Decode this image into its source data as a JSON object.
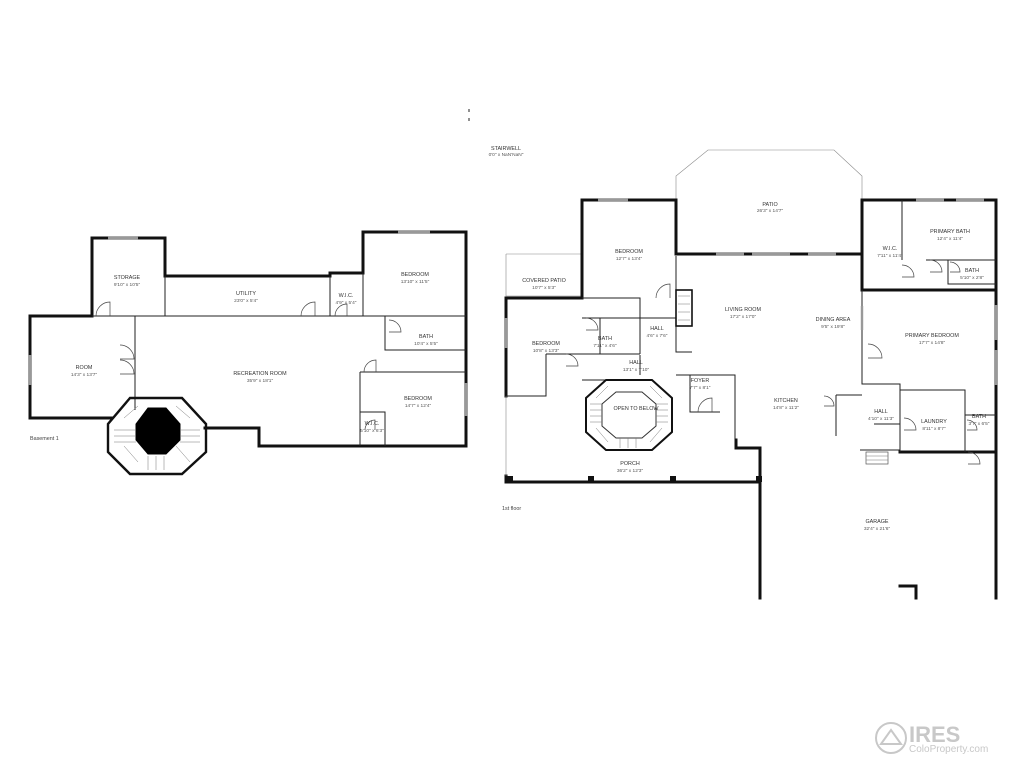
{
  "floors": {
    "basement": {
      "label": "Basement 1",
      "rooms": [
        {
          "id": "storage",
          "name": "STORAGE",
          "dims": "9'10\" x 10'5\""
        },
        {
          "id": "utility",
          "name": "UTILITY",
          "dims": "23'0\" x 5'4\""
        },
        {
          "id": "wic",
          "name": "W.I.C.",
          "dims": "4'9\" x 5'4\""
        },
        {
          "id": "bedroom1",
          "name": "BEDROOM",
          "dims": "13'10\" x 11'5\""
        },
        {
          "id": "bath",
          "name": "BATH",
          "dims": "10'4\" x 5'5\""
        },
        {
          "id": "room",
          "name": "ROOM",
          "dims": "14'3\" x 13'7\""
        },
        {
          "id": "recreation",
          "name": "RECREATION ROOM",
          "dims": "35'9\" x 18'1\""
        },
        {
          "id": "bedroom2",
          "name": "BEDROOM",
          "dims": "14'7\" x 12'4\""
        },
        {
          "id": "wic2",
          "name": "W.I.C.",
          "dims": "5'10\" x 6'3\""
        }
      ]
    },
    "first": {
      "label": "1st floor",
      "rooms": [
        {
          "id": "stairwell",
          "name": "STAIRWELL",
          "dims": "0'0\" x NaN'NaN\""
        },
        {
          "id": "patio",
          "name": "PATIO",
          "dims": "26'3\" x 14'7\""
        },
        {
          "id": "bedroom_a",
          "name": "BEDROOM",
          "dims": "12'7\" x 13'4\""
        },
        {
          "id": "covered_patio",
          "name": "COVERED PATIO",
          "dims": "10'7\" x 5'3\""
        },
        {
          "id": "wic",
          "name": "W.I.C.",
          "dims": "7'11\" x 11'4\""
        },
        {
          "id": "primary_bath",
          "name": "PRIMARY BATH",
          "dims": "12'4\" x 11'4\""
        },
        {
          "id": "bath_small",
          "name": "BATH",
          "dims": "5'10\" x 2'8\""
        },
        {
          "id": "hall_a",
          "name": "HALL",
          "dims": "4'6\" x 7'6\""
        },
        {
          "id": "bath_a",
          "name": "BATH",
          "dims": "7'11\" x 4'6\""
        },
        {
          "id": "bedroom_b",
          "name": "BEDROOM",
          "dims": "10'8\" x 13'3\""
        },
        {
          "id": "living",
          "name": "LIVING ROOM",
          "dims": "17'2\" x 17'0\""
        },
        {
          "id": "dining",
          "name": "DINING AREA",
          "dims": "9'5\" x 19'8\""
        },
        {
          "id": "primary_bedroom",
          "name": "PRIMARY BEDROOM",
          "dims": "17'7\" x 14'8\""
        },
        {
          "id": "hall_b",
          "name": "HALL",
          "dims": "13'1\" x 7'10\""
        },
        {
          "id": "foyer",
          "name": "FOYER",
          "dims": "7'7\" x 8'1\""
        },
        {
          "id": "open_to_below",
          "name": "OPEN TO BELOW",
          "dims": ""
        },
        {
          "id": "kitchen",
          "name": "KITCHEN",
          "dims": "14'8\" x 11'2\""
        },
        {
          "id": "hall_c",
          "name": "HALL",
          "dims": "4'10\" x 11'3\""
        },
        {
          "id": "laundry",
          "name": "LAUNDRY",
          "dims": "8'11\" x 8'7\""
        },
        {
          "id": "bath_b",
          "name": "BATH",
          "dims": "3'7\" x 6'5\""
        },
        {
          "id": "porch",
          "name": "PORCH",
          "dims": "36'2\" x 12'3\""
        },
        {
          "id": "garage",
          "name": "GARAGE",
          "dims": "32'4\" x 21'6\""
        }
      ]
    }
  },
  "watermark": {
    "brand": "IRES",
    "url": "ColoProperty.com"
  },
  "colors": {
    "wall": "#111111",
    "watermark": "#c8c8c8"
  }
}
